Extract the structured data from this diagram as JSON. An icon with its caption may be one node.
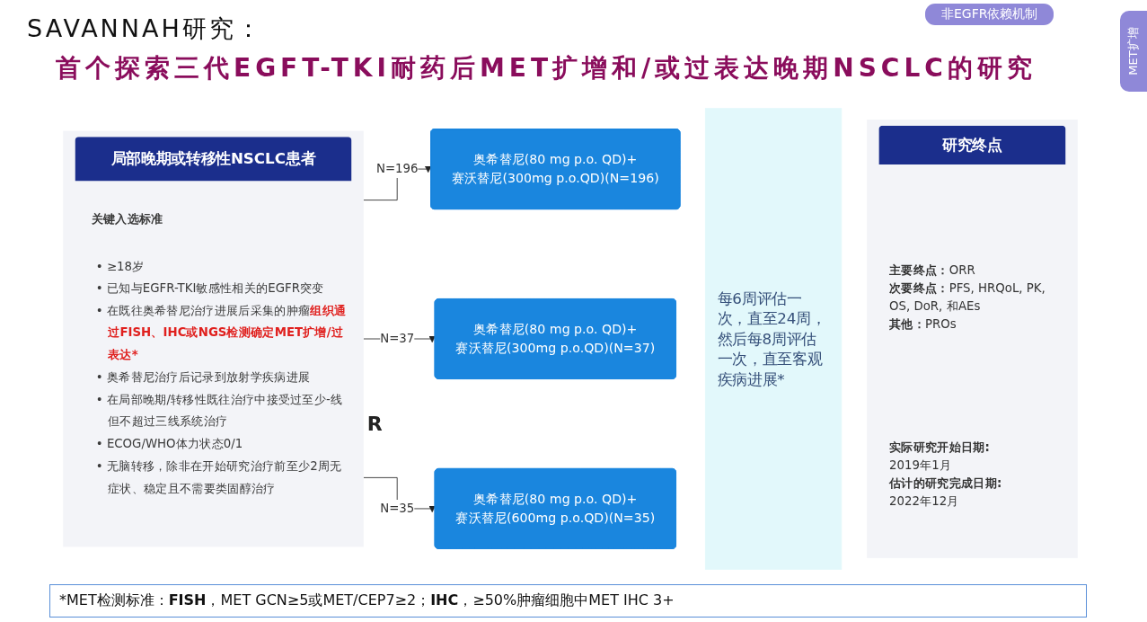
{
  "diagram": {
    "title": "SAVANNAH研究：",
    "caption": "*MET检测标准：**FISH**，MET GCN≥5或MET/CEP7≥2；**IHC**，≥50%肿瘤细胞中MET IHC 3+",
    "nodes": [
      {
        "text": [
          "局部晚期或转移性NSCLC患者",
          "关键入选标准",
          "• ≥18岁",
          "• 已知与EGFR-TKI敏感性相关的EGFR突变",
          "• 在既往奥希替尼治疗进展后采集的肿瘤**组织通过FISH、IHC或NGS检测确定MET扩增/过表达***",
          "• 奥希替尼治疗后记录到放射学疾病进展",
          "• 在局部晚期/转移性既往治疗中接受过至少-线但不超过三线系统治疗",
          "• ECOG/WHO体力状态0/1",
          "• 无脑转移，除非在开始研究治疗前至少2周无症状、稳定且不需要类固醇治疗"
        ]
      },
      {
        "text": [
          "奥希替尼(80 mg p.o. QD)+",
          "赛沃替尼(300mg p.o.QD)(N=196)"
        ]
      },
      {
        "text": [
          "奥希替尼(80 mg p.o. QD)+",
          "赛沃替尼(300mg p.o.QD)(N=37)"
        ]
      },
      {
        "text": [
          "奥希替尼(80 mg p.o. QD)+",
          "赛沃替尼(600mg p.o.QD)(N=35)"
        ]
      },
      {
        "text": [
          "每6周评估一次，直至24周，然后每8周评估一次，直至客观疾病进展*"
        ]
      },
      {
        "text": [
          "研究终点",
          "**主要终点：**ORR",
          "**次要终点：**PFS, HRQoL, PK, OS, DoR, 和AEs",
          "**其他：**PROs",
          "实际研究开始日期:",
          "2019年1月",
          "估计的研究完成日期:",
          "2022年12月"
        ]
      }
    ],
    "edges": [
      {
        "from": 0,
        "to": 1,
        "arrow": "to",
        "label": "N=196"
      },
      {
        "from": 0,
        "to": 2,
        "arrow": "to",
        "label": "N=37"
      },
      {
        "from": 0,
        "to": 3,
        "arrow": "to",
        "label": "N=35"
      }
    ],
    "labels": [
      "非EGFR依赖机制",
      "MET扩增",
      "首个探索三代EGFT-TKI耐药后MET扩增和/或过表达晚期NSCLC的研究",
      "R"
    ]
  }
}
